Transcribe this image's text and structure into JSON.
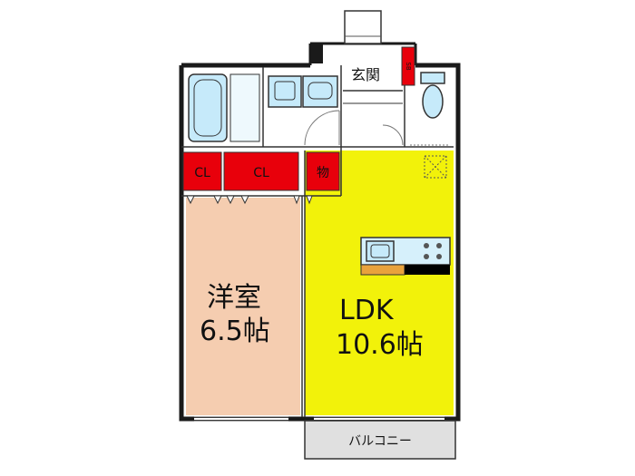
{
  "rooms": {
    "genkan": "玄関",
    "cl_left": "CL",
    "cl_center": "CL",
    "storage": "物",
    "bedroom_name": "洋室",
    "bedroom_size": "6.5帖",
    "ldk_name": "LDK",
    "ldk_size": "10.6帖",
    "balcony": "バルコニー",
    "shoebox": "SB"
  },
  "colors": {
    "wall": "#1a1a1a",
    "bedroom_floor": "#f5cdb0",
    "ldk_floor": "#f2f20a",
    "closet": "#e8000b",
    "fixture": "#c6eafa",
    "balcony": "#e0e0e0",
    "counter_wood": "#e9a23c",
    "stove": "#000000"
  },
  "icons": [
    "bathtub-icon",
    "washbasin-icon",
    "washing-machine-icon",
    "toilet-icon",
    "kitchen-sink-icon",
    "stove-icon",
    "refrigerator-space-icon"
  ]
}
